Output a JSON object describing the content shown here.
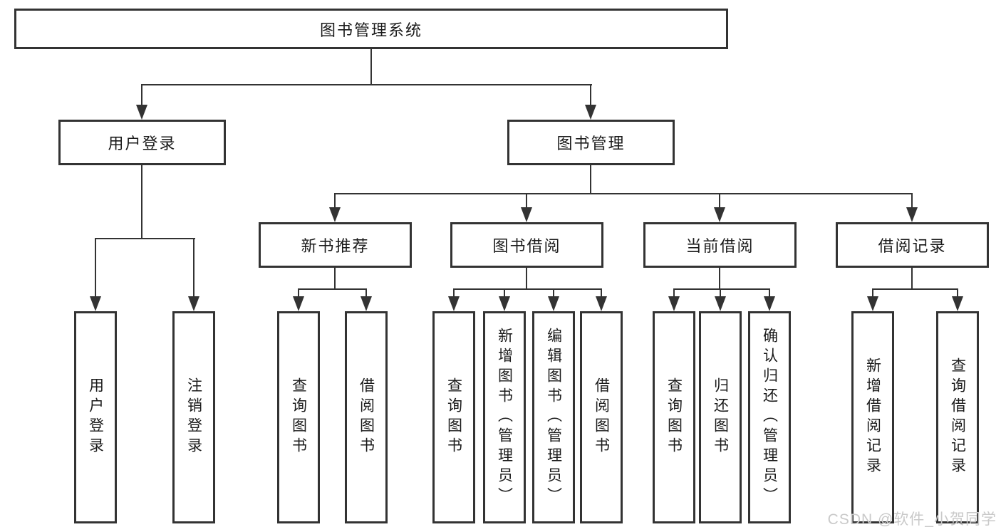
{
  "diagram": {
    "root": "图书管理系统",
    "level2": [
      {
        "label": "用户登录"
      },
      {
        "label": "图书管理"
      }
    ],
    "level3": [
      {
        "label": "新书推荐"
      },
      {
        "label": "图书借阅"
      },
      {
        "label": "当前借阅"
      },
      {
        "label": "借阅记录"
      }
    ],
    "leaves": {
      "user_login": [
        "用户登录",
        "注销登录"
      ],
      "new_books": [
        "查询图书",
        "借阅图书"
      ],
      "book_borrow": [
        "查询图书",
        "新增图书（管理员）",
        "编辑图书（管理员）",
        "借阅图书"
      ],
      "current_borrow": [
        "查询图书",
        "归还图书",
        "确认归还（管理员）"
      ],
      "borrow_records": [
        "新增借阅记录",
        "查询借阅记录"
      ]
    }
  },
  "watermark": "CSDN @软件_小贺同学",
  "colors": {
    "line": "#333333",
    "text": "#1a1a1a",
    "watermark": "#c9c9c9",
    "background": "#ffffff"
  }
}
